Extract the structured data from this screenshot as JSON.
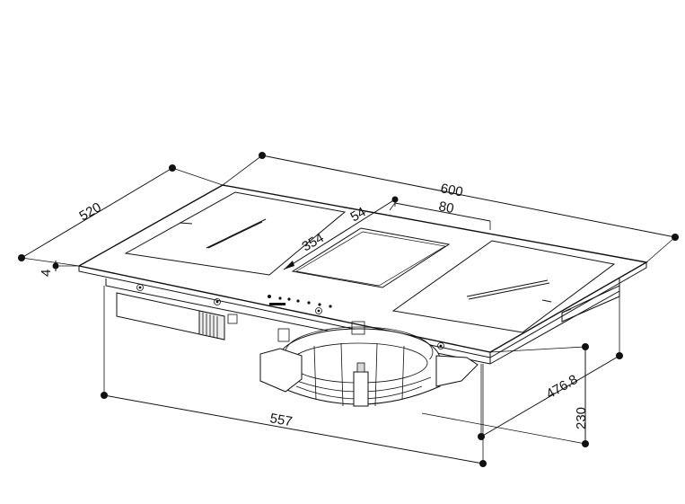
{
  "dimensions": {
    "width_top": "600",
    "depth": "520",
    "thickness": "4",
    "burner_span": "354",
    "vent_gap": "54",
    "vent_width": "80",
    "cutout_depth": "476.8",
    "unit_height": "230",
    "cutout_width": "557"
  },
  "colors": {
    "line": "#111111",
    "background": "#ffffff",
    "shade": "#d8d8d8"
  }
}
